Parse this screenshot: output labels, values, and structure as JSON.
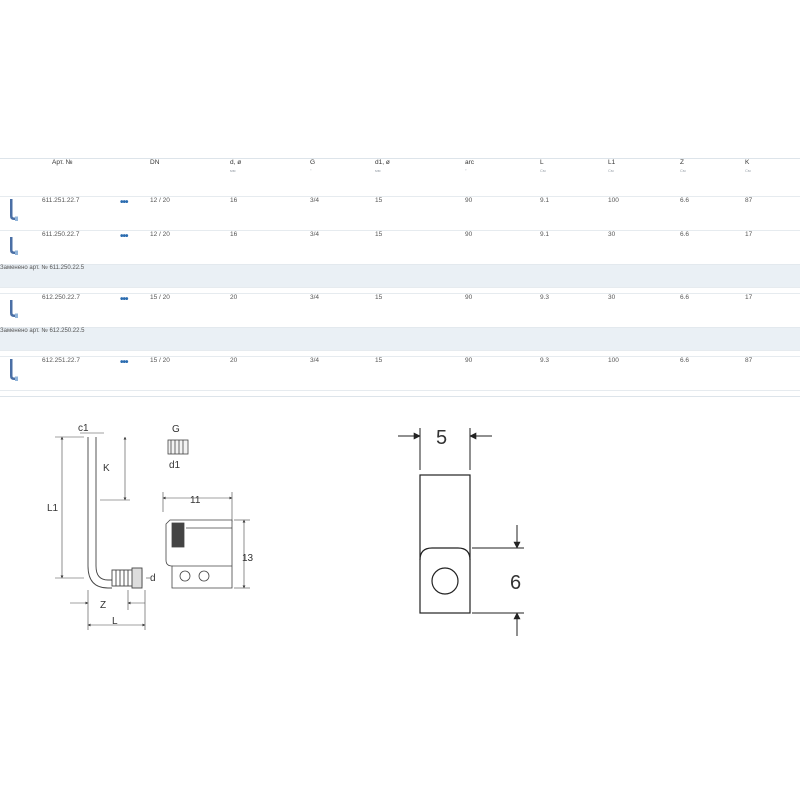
{
  "table": {
    "headers": [
      {
        "label": "Арт. №",
        "unit": ""
      },
      {
        "label": "DN",
        "unit": ""
      },
      {
        "label": "d, ø",
        "unit": "мм"
      },
      {
        "label": "G",
        "unit": "\""
      },
      {
        "label": "d1, ø",
        "unit": "мм"
      },
      {
        "label": "arc",
        "unit": "°"
      },
      {
        "label": "L",
        "unit": "См"
      },
      {
        "label": "L1",
        "unit": "См"
      },
      {
        "label": "Z",
        "unit": "См"
      },
      {
        "label": "K",
        "unit": "См"
      }
    ],
    "rows": [
      {
        "art": "611.251.22.7",
        "dn": "12 / 20",
        "d": "16",
        "g": "3/4",
        "d1": "15",
        "arc": "90",
        "l": "9.1",
        "l1": "100",
        "z": "6.6",
        "k": "87"
      },
      {
        "art": "611.250.22.7",
        "dn": "12 / 20",
        "d": "16",
        "g": "3/4",
        "d1": "15",
        "arc": "90",
        "l": "9.1",
        "l1": "30",
        "z": "6.6",
        "k": "17"
      },
      {
        "art": "612.250.22.7",
        "dn": "15 / 20",
        "d": "20",
        "g": "3/4",
        "d1": "15",
        "arc": "90",
        "l": "9.3",
        "l1": "30",
        "z": "6.6",
        "k": "17"
      },
      {
        "art": "612.251.22.7",
        "dn": "15 / 20",
        "d": "20",
        "g": "3/4",
        "d1": "15",
        "arc": "90",
        "l": "9.3",
        "l1": "100",
        "z": "6.6",
        "k": "87"
      }
    ],
    "notes": [
      "Заменено арт. № 611.250.22.5",
      "Заменено арт. № 612.250.22.5"
    ],
    "more_icon": "more-dots-icon",
    "thumb_icon": "elbow-pipe-thumbnail-icon"
  },
  "drawing_pipe": {
    "c1": "c1",
    "k": "K",
    "l1": "L1",
    "d": "d",
    "z": "Z",
    "l": "L"
  },
  "drawing_fitting": {
    "g": "G",
    "d1": "d1"
  },
  "drawing_bracket": {
    "width": "11",
    "height": "13"
  },
  "drawing_clip": {
    "width": "5",
    "height": "6"
  },
  "colors": {
    "accent": "#2b6cb0",
    "note_bg": "#eaf0f5"
  }
}
